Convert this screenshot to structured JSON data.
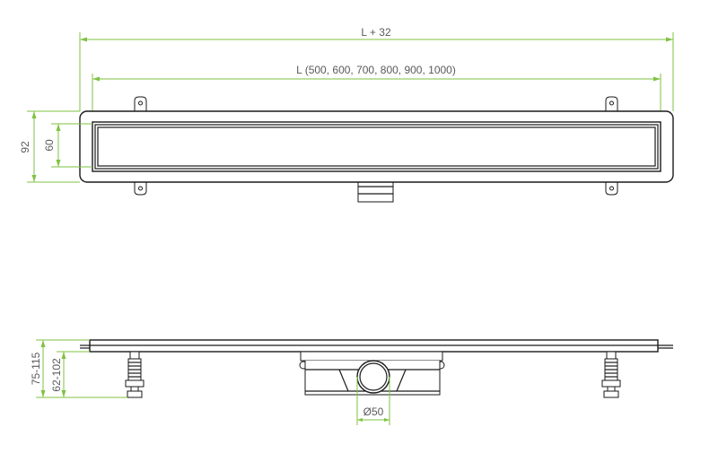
{
  "colors": {
    "dimension": "#7fc241",
    "outline": "#1a1a1a",
    "text": "#5a5a5a",
    "background": "#ffffff"
  },
  "dimensions": {
    "overall_length": "L + 32",
    "length_options": "L (500, 600, 700, 800, 900, 1000)",
    "outer_width": "92",
    "inner_width": "60",
    "height_range_outer": "75-115",
    "height_range_inner": "62-102",
    "outlet_diameter": "Ø50"
  }
}
